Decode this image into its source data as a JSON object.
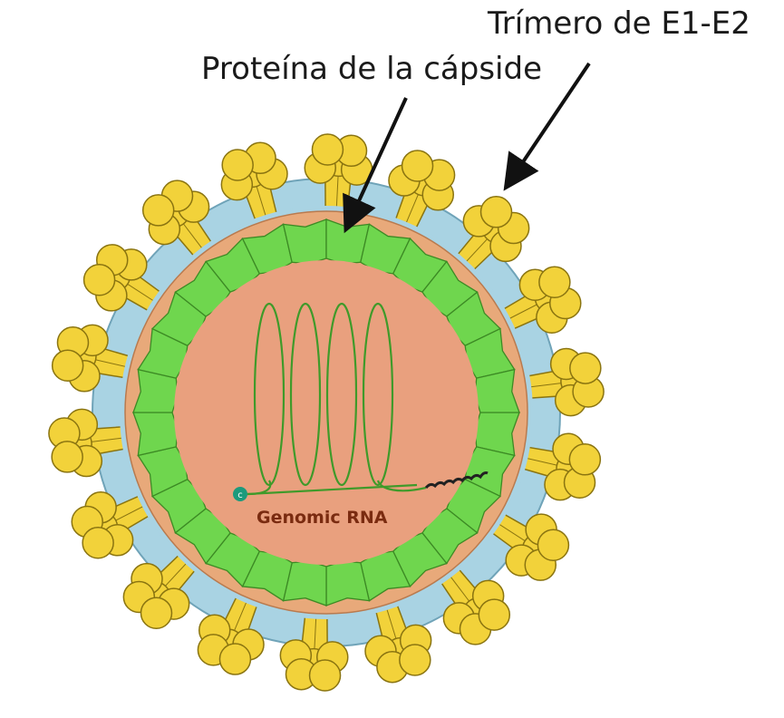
{
  "labels": {
    "e1_e2_trimer": "Trímero de E1-E2",
    "capsid_protein": "Proteína de la cápside",
    "genomic_rna": "Genomic RNA",
    "cap_marker": "c"
  },
  "colors": {
    "background": "#ffffff",
    "spike_glycoprotein": "#f2d23a",
    "spike_outline": "#8a7410",
    "lipid_envelope": "#a9d3e3",
    "capsid_shell": "#6fd64e",
    "capsid_outline": "#3c8a24",
    "membrane_band": "#e8a97a",
    "core_interior": "#e9a07e",
    "rna_strand": "#3f9a2a",
    "rna_tail": "#222222",
    "rna_cap": "#1c9a7c",
    "genome_text": "#7a2b10",
    "arrow": "#111111"
  },
  "structure": {
    "spike_count": 18,
    "capsid_segment_count": 28,
    "rna_helix_turns": 4
  }
}
